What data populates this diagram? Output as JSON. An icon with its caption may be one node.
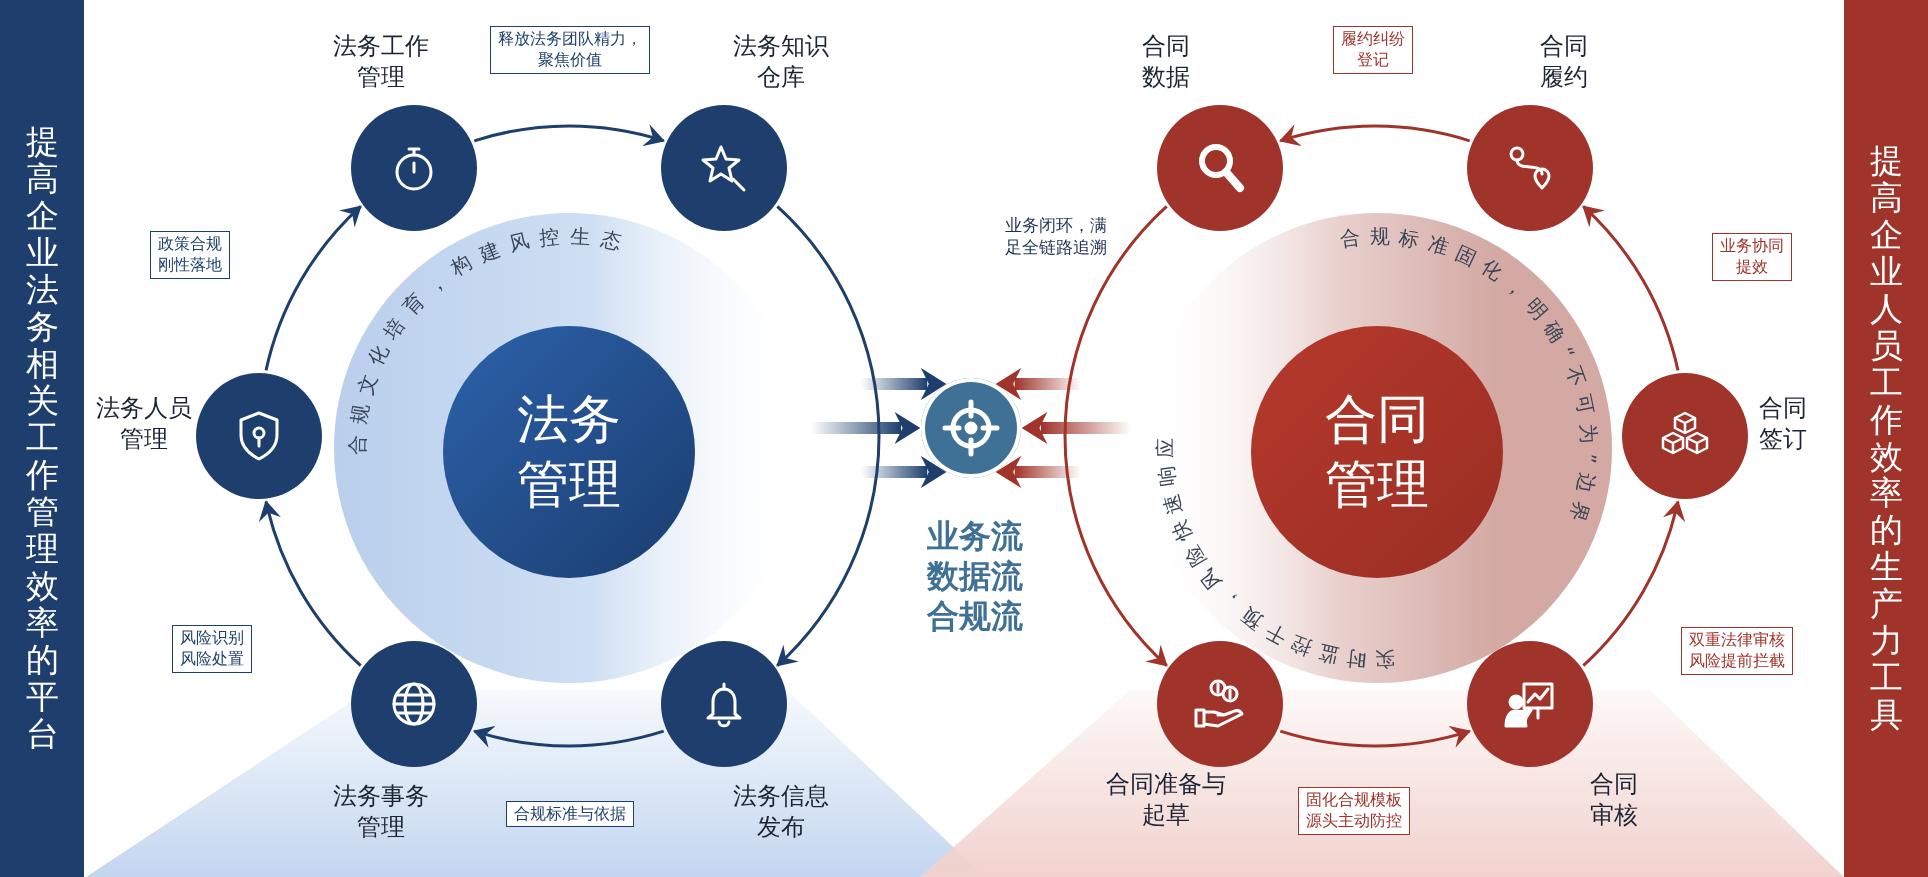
{
  "diagram": {
    "nodes": [
      {
        "text": [
          "提高企业法务相关工作管理效率的平台"
        ]
      },
      {
        "text": [
          "法务管理"
        ]
      },
      {
        "text": [
          "法务工作管理"
        ]
      },
      {
        "text": [
          "法务知识仓库"
        ]
      },
      {
        "text": [
          "法务人员管理"
        ]
      },
      {
        "text": [
          "法务事务管理"
        ]
      },
      {
        "text": [
          "法务信息发布"
        ]
      },
      {
        "text": [],
        "shape": "circle",
        "beside": [
          "业务流",
          "数据流",
          "合规流"
        ]
      },
      {
        "text": [
          "合同管理"
        ]
      },
      {
        "text": [
          "合同数据"
        ]
      },
      {
        "text": [
          "合同履约"
        ]
      },
      {
        "text": [
          "合同签订"
        ]
      },
      {
        "text": [
          "合同准备与起草"
        ]
      },
      {
        "text": [
          "合同审核"
        ]
      },
      {
        "text": [
          "提高企业人员工作效率的生产力工具"
        ]
      }
    ],
    "edges": [
      {
        "from": 2,
        "to": 3,
        "arrow": "to",
        "label": "释放法务团队精力，聚焦价值"
      },
      {
        "from": 3,
        "to": 6,
        "arrow": "to"
      },
      {
        "from": 6,
        "to": 5,
        "arrow": "to",
        "label": "合规标准与依据"
      },
      {
        "from": 5,
        "to": 4,
        "arrow": "to",
        "label": "风险识别风险处置"
      },
      {
        "from": 4,
        "to": 2,
        "arrow": "to",
        "label": "政策合规刚性落地"
      },
      {
        "from": 10,
        "to": 9,
        "arrow": "to",
        "label": "履约纠纷登记",
        "color": "#a0332a"
      },
      {
        "from": 11,
        "to": 10,
        "arrow": "to",
        "label": "业务协同提效",
        "color": "#a0332a"
      },
      {
        "from": 13,
        "to": 11,
        "arrow": "to",
        "label": "双重法律审核风险提前拦截",
        "color": "#a0332a"
      },
      {
        "from": 12,
        "to": 13,
        "arrow": "to",
        "label": "固化合规模板源头主动防控",
        "color": "#a0332a"
      },
      {
        "from": 9,
        "to": 12,
        "arrow": "to",
        "color": "#a0332a"
      },
      {
        "from": null,
        "to": 7,
        "arrow": "to",
        "style": "thick"
      },
      {
        "from": null,
        "to": 7,
        "arrow": "to",
        "style": "thick"
      },
      {
        "from": null,
        "to": 7,
        "arrow": "to",
        "style": "thick"
      },
      {
        "from": null,
        "to": 7,
        "arrow": "to",
        "style": "thick",
        "color": "#a0332a"
      },
      {
        "from": null,
        "to": 7,
        "arrow": "to",
        "style": "thick",
        "color": "#a0332a"
      },
      {
        "from": null,
        "to": 7,
        "arrow": "to",
        "style": "thick",
        "color": "#a0332a"
      }
    ],
    "labels": [
      "合规文化培育，构建风控生态",
      "业务闭环，满足全链路追溯",
      "合规标准固化，明确“不可为”边界",
      "实时监控干预，风险快速响应"
    ]
  }
}
